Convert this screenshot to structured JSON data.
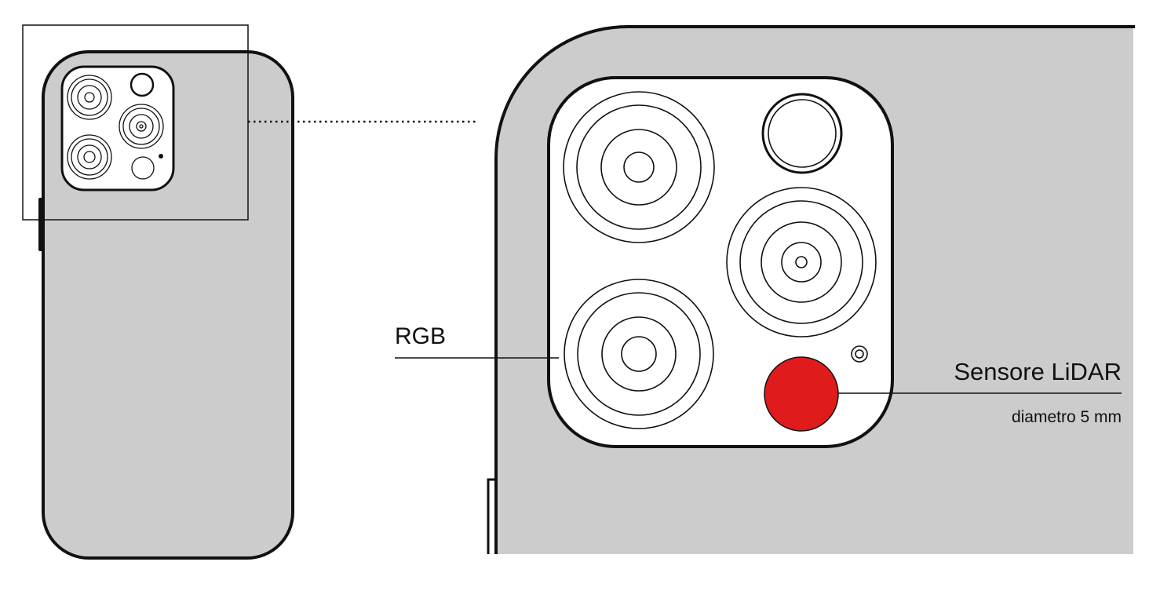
{
  "labels": {
    "rgb": "RGB",
    "lidar_title": "Sensore LiDAR",
    "lidar_subtitle": "diametro 5 mm"
  },
  "colors": {
    "body": "#cccccd",
    "outline": "#111111",
    "lens_bg": "#ffffff",
    "lidar_sensor": "#e01b1b"
  },
  "icons": [
    "phone-back",
    "camera-module",
    "lens",
    "flash",
    "microphone",
    "lidar-sensor"
  ]
}
